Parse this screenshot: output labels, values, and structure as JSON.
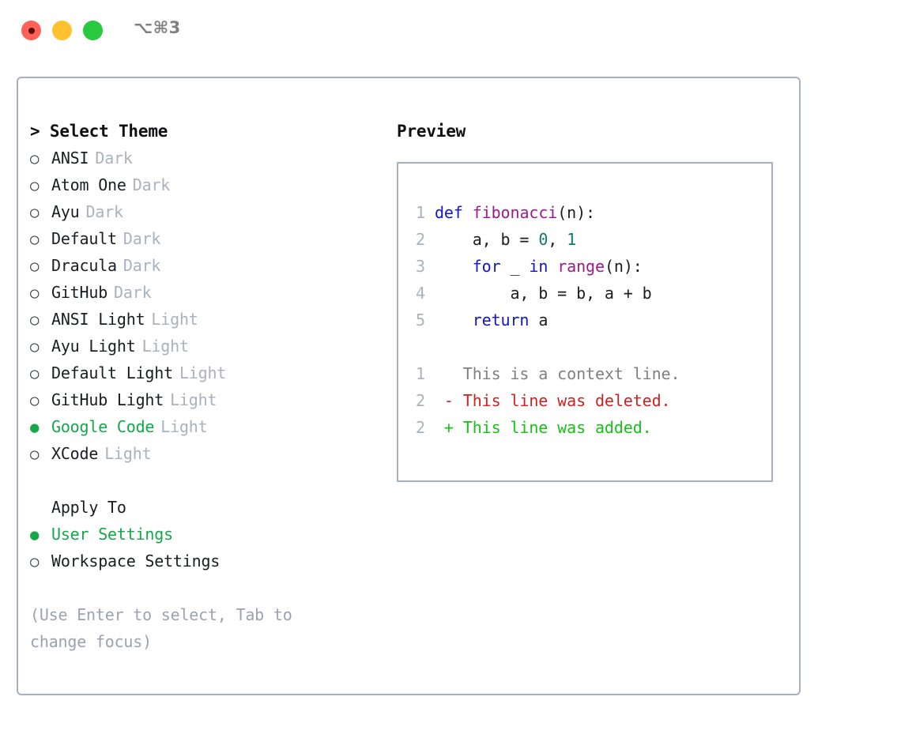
{
  "window": {
    "shortcut": "⌥⌘3",
    "traffic_lights": [
      {
        "name": "close",
        "color": "#ff6159"
      },
      {
        "name": "minimize",
        "color": "#ffc12e"
      },
      {
        "name": "zoom",
        "color": "#27c93f"
      }
    ]
  },
  "theme_panel": {
    "header": "> Select Theme",
    "items": [
      {
        "marker": "○",
        "name": "ANSI",
        "variant": "Dark",
        "selected": false
      },
      {
        "marker": "○",
        "name": "Atom One",
        "variant": "Dark",
        "selected": false
      },
      {
        "marker": "○",
        "name": "Ayu",
        "variant": "Dark",
        "selected": false
      },
      {
        "marker": "○",
        "name": "Default",
        "variant": "Dark",
        "selected": false
      },
      {
        "marker": "○",
        "name": "Dracula",
        "variant": "Dark",
        "selected": false
      },
      {
        "marker": "○",
        "name": "GitHub",
        "variant": "Dark",
        "selected": false
      },
      {
        "marker": "○",
        "name": "ANSI Light",
        "variant": "Light",
        "selected": false
      },
      {
        "marker": "○",
        "name": "Ayu Light",
        "variant": "Light",
        "selected": false
      },
      {
        "marker": "○",
        "name": "Default Light",
        "variant": "Light",
        "selected": false
      },
      {
        "marker": "○",
        "name": "GitHub Light",
        "variant": "Light",
        "selected": false
      },
      {
        "marker": "●",
        "name": "Google Code",
        "variant": "Light",
        "selected": true
      },
      {
        "marker": "○",
        "name": "XCode",
        "variant": "Light",
        "selected": false
      }
    ]
  },
  "apply_to": {
    "header": "Apply To",
    "items": [
      {
        "marker": "●",
        "name": "User Settings",
        "selected": true
      },
      {
        "marker": "○",
        "name": "Workspace Settings",
        "selected": false
      }
    ]
  },
  "hint": "(Use Enter to select, Tab to change focus)",
  "preview": {
    "title": "Preview",
    "code_lines": [
      {
        "ln": "1",
        "tokens": [
          {
            "t": "def",
            "c": "kw"
          },
          {
            "t": " ",
            "c": "pl"
          },
          {
            "t": "fibonacci",
            "c": "fn"
          },
          {
            "t": "(n):",
            "c": "pl"
          }
        ]
      },
      {
        "ln": "2",
        "tokens": [
          {
            "t": "    a, b = ",
            "c": "pl"
          },
          {
            "t": "0",
            "c": "num"
          },
          {
            "t": ", ",
            "c": "pl"
          },
          {
            "t": "1",
            "c": "num"
          }
        ]
      },
      {
        "ln": "3",
        "tokens": [
          {
            "t": "    ",
            "c": "pl"
          },
          {
            "t": "for",
            "c": "kw"
          },
          {
            "t": " _ ",
            "c": "pl"
          },
          {
            "t": "in",
            "c": "kw"
          },
          {
            "t": " ",
            "c": "pl"
          },
          {
            "t": "range",
            "c": "fn"
          },
          {
            "t": "(n):",
            "c": "pl"
          }
        ]
      },
      {
        "ln": "4",
        "tokens": [
          {
            "t": "        a, b = b, a + b",
            "c": "pl"
          }
        ]
      },
      {
        "ln": "5",
        "tokens": [
          {
            "t": "    ",
            "c": "pl"
          },
          {
            "t": "return",
            "c": "kw"
          },
          {
            "t": " a",
            "c": "pl"
          }
        ]
      }
    ],
    "diff_lines": [
      {
        "ln": "1",
        "text": "  This is a context line.",
        "kind": "ctx"
      },
      {
        "ln": "2",
        "text": "- This line was deleted.",
        "kind": "del"
      },
      {
        "ln": "2",
        "text": "+ This line was added.",
        "kind": "add"
      }
    ]
  },
  "colors": {
    "accent_green": "#14a84a",
    "border": "#a7b0bf",
    "muted": "#a9b2bd",
    "keyword": "#1414c8",
    "function": "#9c1a8c",
    "number": "#13786e",
    "diff_deleted": "#cc2222",
    "diff_added": "#17c217"
  }
}
